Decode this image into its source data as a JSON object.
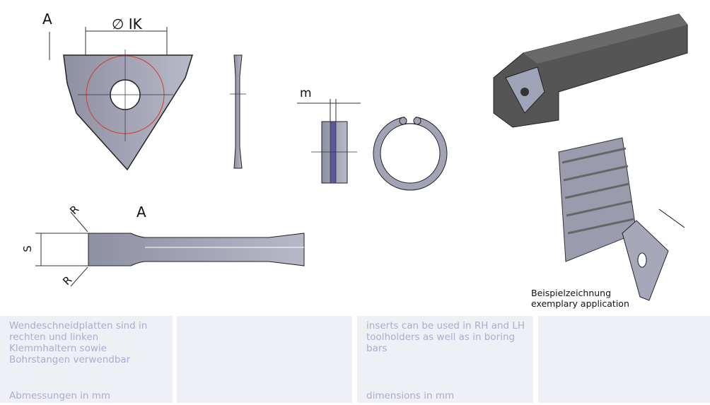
{
  "drawing": {
    "label_a_top": "A",
    "label_ik": "∅ IK",
    "label_m": "m",
    "label_r_top": "R",
    "label_a_side": "A",
    "label_s": "S",
    "label_r_bottom": "R",
    "caption_de": "Beispielzeichnung",
    "caption_en": "exemplary application"
  },
  "panels": [
    {
      "text": "Wendeschneidplatten sind in rechten und linken Klemmhaltern sowie Bohrstangen verwendbar",
      "footer": "Abmessungen in mm"
    },
    {
      "text": "",
      "footer": ""
    },
    {
      "text": "inserts can be used in RH and LH toolholders as well as in boring bars",
      "footer": "dimensions in mm"
    },
    {
      "text": "",
      "footer": ""
    }
  ]
}
